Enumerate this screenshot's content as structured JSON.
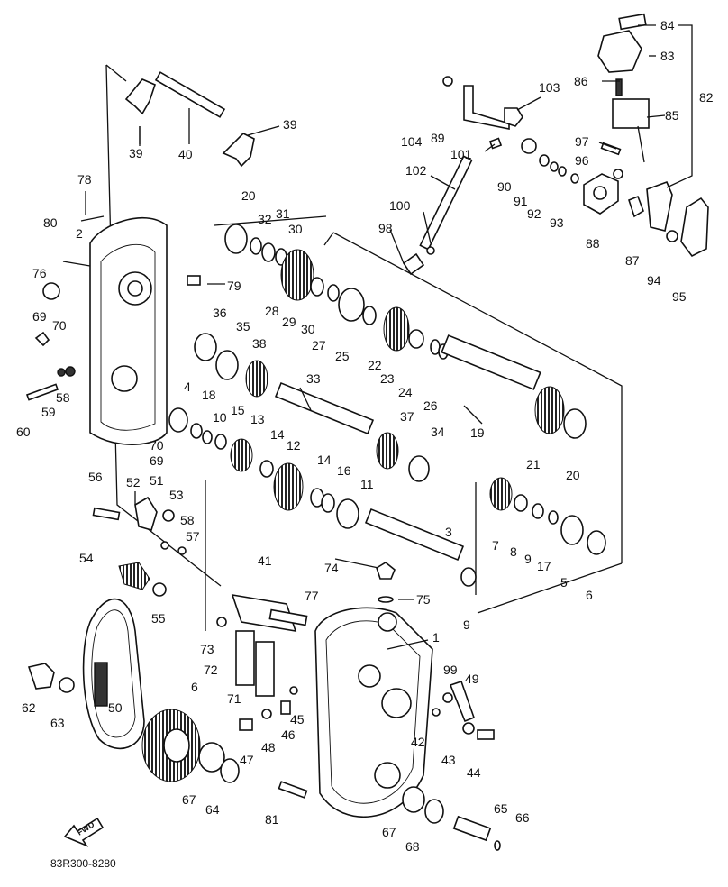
{
  "diagram": {
    "doc_code": "83R300-8280",
    "fwd_label": "FWD",
    "callouts": [
      "84",
      "83",
      "82",
      "86",
      "85",
      "97",
      "96",
      "103",
      "104",
      "89",
      "101",
      "90",
      "91",
      "92",
      "93",
      "102",
      "100",
      "98",
      "88",
      "87",
      "94",
      "95",
      "39",
      "40",
      "78",
      "80",
      "2",
      "76",
      "69",
      "70",
      "58",
      "59",
      "60",
      "20",
      "32",
      "31",
      "30",
      "79",
      "28",
      "29",
      "27",
      "25",
      "22",
      "23",
      "24",
      "26",
      "36",
      "35",
      "38",
      "33",
      "19",
      "21",
      "4",
      "18",
      "10",
      "15",
      "13",
      "14",
      "12",
      "16",
      "11",
      "37",
      "34",
      "7",
      "8",
      "9",
      "17",
      "5",
      "6",
      "3",
      "52",
      "51",
      "53",
      "56",
      "57",
      "54",
      "55",
      "41",
      "74",
      "75",
      "77",
      "1",
      "99",
      "49",
      "73",
      "72",
      "71",
      "62",
      "63",
      "50",
      "46",
      "45",
      "48",
      "47",
      "42",
      "43",
      "44",
      "67",
      "64",
      "81",
      "65",
      "66",
      "68"
    ]
  }
}
